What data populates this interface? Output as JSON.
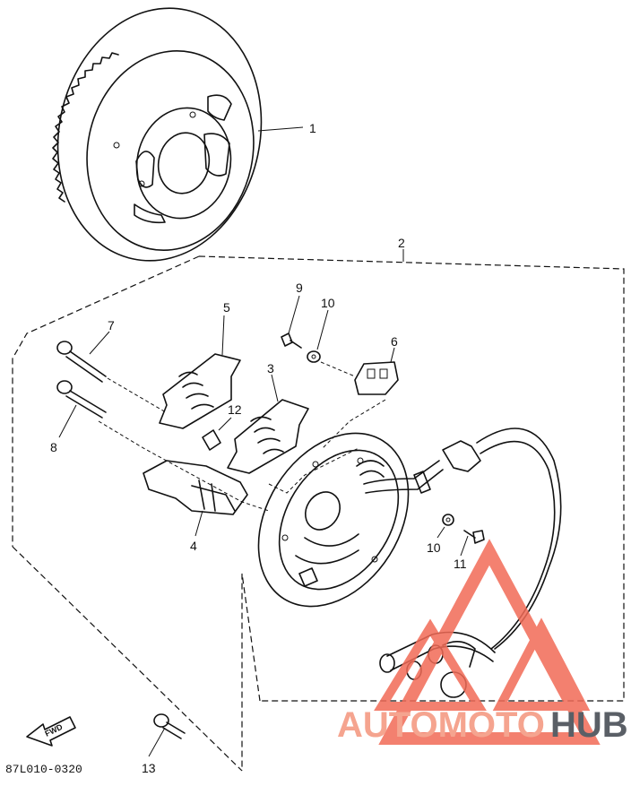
{
  "diagram": {
    "drawing_code": "87L010-0320",
    "fwd_label": "FWD",
    "callouts": {
      "c1": "1",
      "c2": "2",
      "c3": "3",
      "c4": "4",
      "c5": "5",
      "c6": "6",
      "c7": "7",
      "c8": "8",
      "c9": "9",
      "c10a": "10",
      "c10b": "10",
      "c11": "11",
      "c12": "12",
      "c13": "13"
    }
  },
  "watermark": {
    "brand_part_a": "AUTOMOTO",
    "brand_part_b": "HUB",
    "colors": {
      "accent": "#f26b57",
      "dark": "#5a5f66"
    }
  }
}
